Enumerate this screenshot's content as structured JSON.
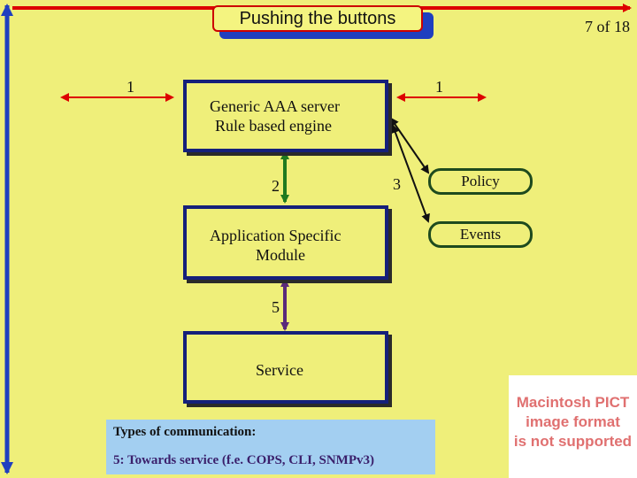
{
  "title": "Pushing the buttons",
  "page_indicator": "7 of 18",
  "boxes": {
    "aaa_line1": "Generic AAA server",
    "aaa_line2": "Rule based engine",
    "asm_line1": "Application Specific",
    "asm_line2": "Module",
    "service": "Service"
  },
  "stores": {
    "policy": "Policy",
    "events": "Events"
  },
  "arrow_labels": {
    "left_1": "1",
    "right_1": "1",
    "num_2": "2",
    "num_3": "3",
    "num_5": "5"
  },
  "legend": {
    "heading": "Types of communication:",
    "item_5": "5: Towards service (f.e. COPS, CLI, SNMPv3)"
  },
  "placeholder": {
    "line1": "Macintosh PICT",
    "line2": "image format",
    "line3": "is not supported"
  },
  "colors": {
    "background": "#efef7a",
    "box_border": "#15207a",
    "legend_bg": "#a3cff1",
    "red": "#dd0000",
    "blue": "#1f3fbf",
    "green": "#1f7a1f"
  }
}
